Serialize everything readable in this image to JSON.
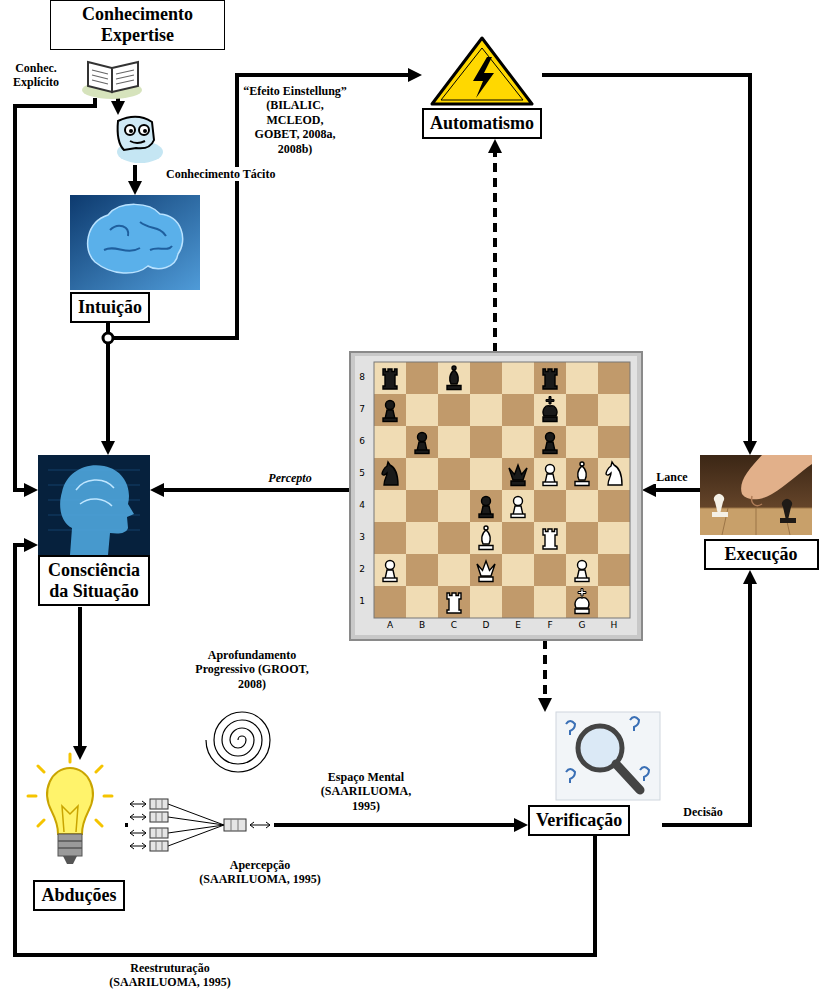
{
  "diagram": {
    "nodes": [
      {
        "text": [
          "Conhecimento Expertise"
        ]
      },
      {
        "text": [
          "Conhec. Explícito"
        ]
      },
      {
        "text": [
          "Conhecimento Tácito"
        ]
      },
      {
        "text": [
          "Intuição"
        ]
      },
      {
        "text": [
          "Automatismo"
        ]
      },
      {
        "text": [
          "8",
          "7",
          "6",
          "5",
          "4",
          "3",
          "2",
          "1",
          "A",
          "B",
          "C",
          "D",
          "E",
          "F",
          "G",
          "H"
        ]
      },
      {
        "text": [
          "Execução"
        ]
      },
      {
        "text": [
          "Consciência da Situação"
        ]
      },
      {
        "text": [
          "Abduções"
        ]
      },
      {
        "text": [
          "Verificação"
        ]
      }
    ],
    "edges": [
      {
        "from": 1,
        "to": 2,
        "arrow": "to"
      },
      {
        "from": 1,
        "to": 7,
        "arrow": "to"
      },
      {
        "from": 2,
        "to": 3,
        "arrow": "to"
      },
      {
        "from": 3,
        "to": 7,
        "arrow": "to"
      },
      {
        "from": 3,
        "to": 4,
        "label": "“Efeito Einstellung” (BILALIC, MCLEOD, GOBET, 2008a, 2008b)",
        "arrow": "to"
      },
      {
        "from": 4,
        "to": 6,
        "arrow": "to"
      },
      {
        "from": 5,
        "to": 4,
        "arrow": "to"
      },
      {
        "from": 5,
        "to": 7,
        "label": "Percepto",
        "arrow": "to"
      },
      {
        "from": 6,
        "to": 5,
        "label": "Lance",
        "arrow": "to"
      },
      {
        "from": 5,
        "to": 9,
        "arrow": "to"
      },
      {
        "from": 7,
        "to": 8,
        "arrow": "to"
      },
      {
        "from": 8,
        "to": 9,
        "arrow": "to"
      },
      {
        "from": 9,
        "to": 6,
        "label": "Decisão",
        "arrow": "to"
      },
      {
        "from": 9,
        "to": 7,
        "label": "Reestruturação (SAARILUOMA, 1995)",
        "arrow": "to"
      }
    ],
    "labels": [
      "Aprofundamento Progressivo (GROOT, 2008)",
      "Espaço Mental (SAARILUOMA, 1995)",
      "Apercepção (SAARILUOMA, 1995)"
    ]
  }
}
